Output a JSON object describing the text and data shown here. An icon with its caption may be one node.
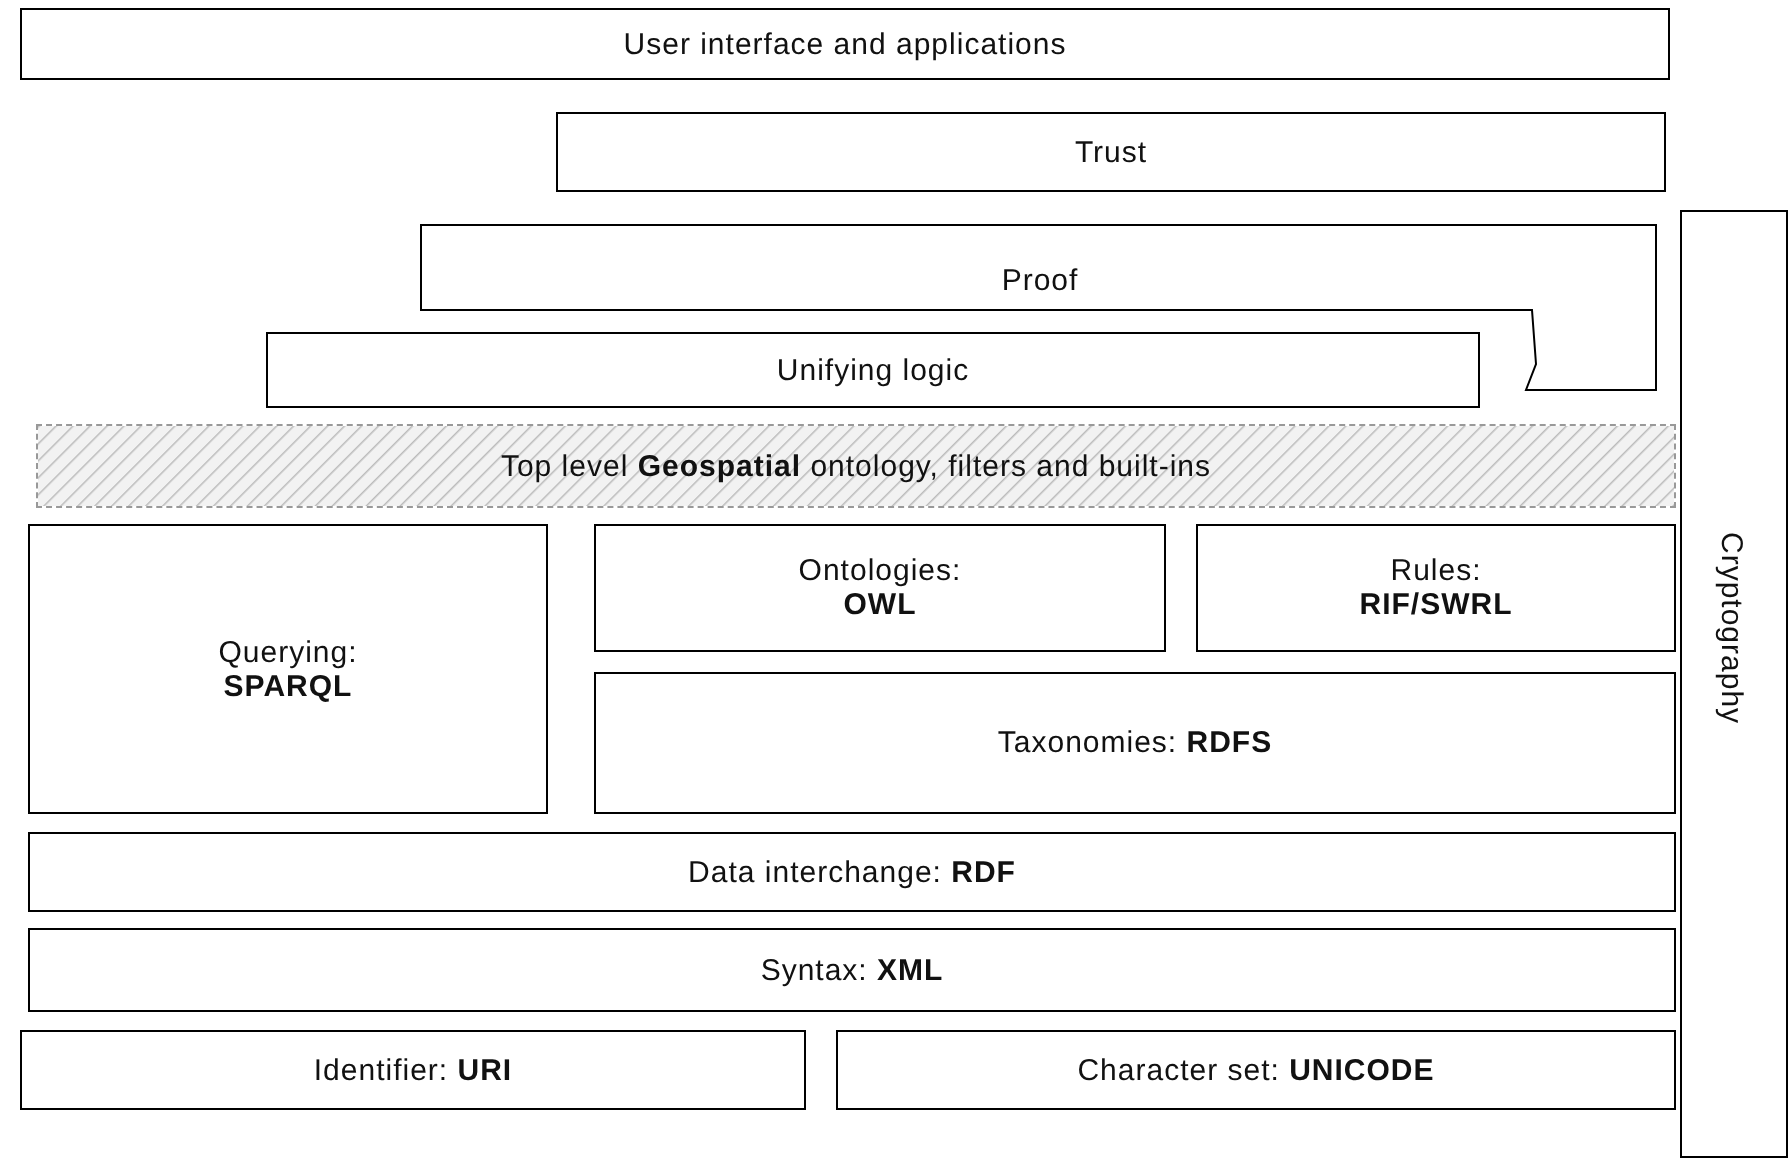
{
  "diagram": {
    "nodes": [
      {
        "text": [
          "User interface and applications"
        ]
      },
      {
        "text": [
          "Trust"
        ]
      },
      {
        "text": [
          "Proof"
        ]
      },
      {
        "text": [
          "Unifying logic"
        ]
      },
      {
        "text": [
          "Top level **Geospatial** ontology, filters and built-ins"
        ]
      },
      {
        "text": [
          "Querying:",
          "SPARQL"
        ]
      },
      {
        "text": [
          "Ontologies:",
          "OWL"
        ]
      },
      {
        "text": [
          "Rules:",
          "RIF/SWRL"
        ]
      },
      {
        "text": [
          "Taxonomies: **RDFS**"
        ]
      },
      {
        "text": [
          "Data interchange: **RDF**"
        ]
      },
      {
        "text": [
          "Syntax: **XML**"
        ]
      },
      {
        "text": [
          "Identifier: **URI**"
        ]
      },
      {
        "text": [
          "Character set: **UNICODE**"
        ]
      },
      {
        "text": [
          "Cryptography"
        ]
      }
    ]
  }
}
